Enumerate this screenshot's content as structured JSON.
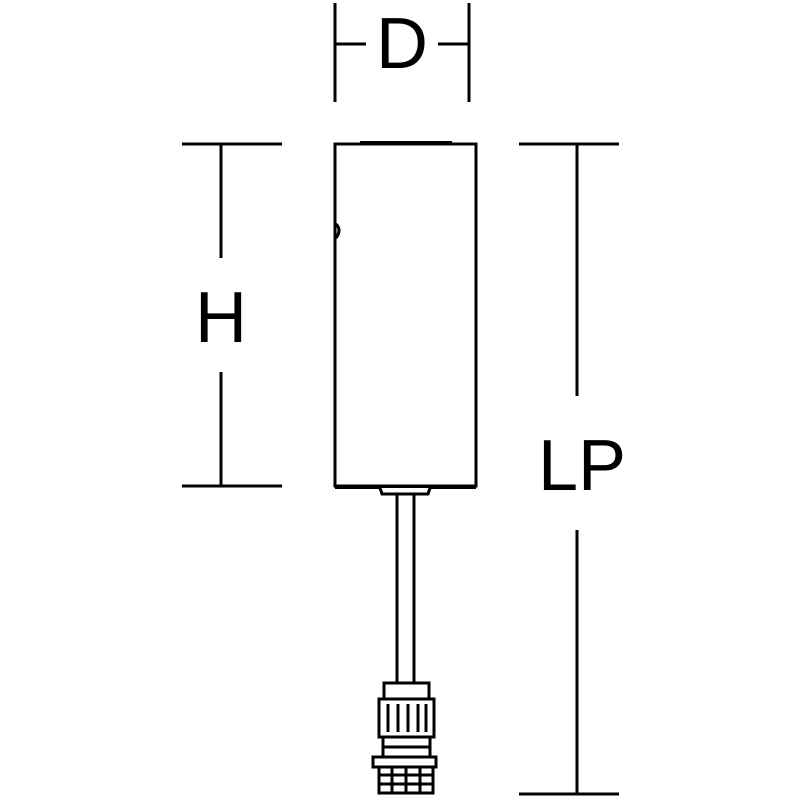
{
  "labels": {
    "diameter": "D",
    "height": "H",
    "overall_length": "LP"
  },
  "colors": {
    "stroke": "#000000",
    "background": "#ffffff"
  }
}
